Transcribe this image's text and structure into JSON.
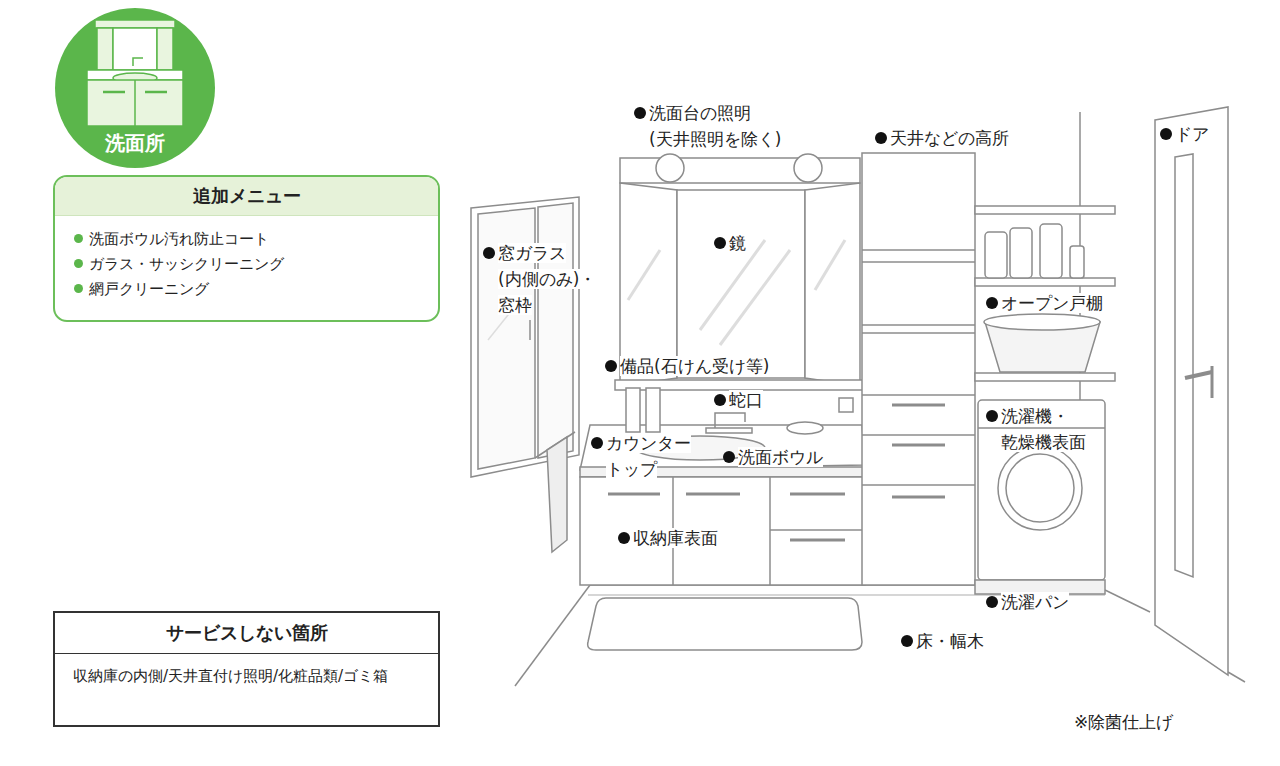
{
  "diagram": {
    "nodes": [
      {
        "text": [
          "洗面所"
        ]
      },
      {
        "text": [
          "追加メニュー",
          "洗面ボウル汚れ防止コート",
          "ガラス・サッシクリーニング",
          "網戸クリーニング"
        ]
      },
      {
        "text": [
          "サービスしない箇所",
          "収納庫の内側/天井直付け照明/化粧品類/ゴミ箱"
        ]
      }
    ],
    "edges": [],
    "labels": [
      "洗面台の照明 (天井照明を除く)",
      "天井などの高所",
      "ドア",
      "窓ガラス (内側のみ)・ 窓枠",
      "鏡",
      "オープン戸棚",
      "備品(石けん受け等)",
      "蛇口",
      "洗濯機・ 乾燥機表面",
      "カウンター トップ",
      "洗面ボウル",
      "収納庫表面",
      "洗濯パン",
      "床・幅木",
      "※除菌仕上げ"
    ]
  }
}
